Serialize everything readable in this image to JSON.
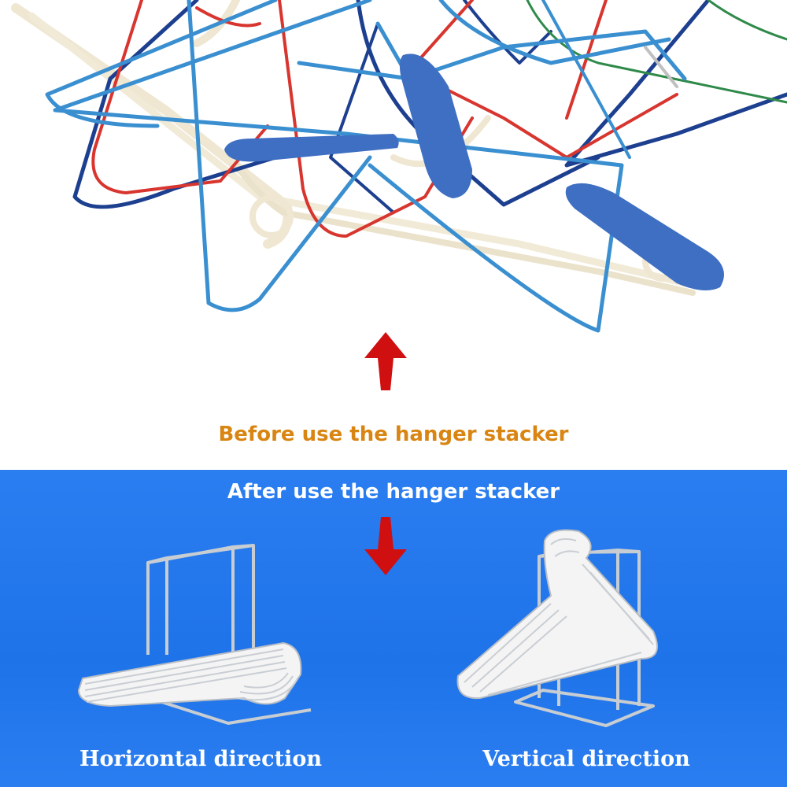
{
  "captions": {
    "before": "Before use the hanger stacker",
    "after": "After use the hanger stacker",
    "horizontal": "Horizontal direction",
    "vertical": "Vertical direction"
  },
  "icons": {
    "up_arrow": "arrow-up-icon",
    "down_arrow": "arrow-down-icon"
  },
  "colors": {
    "before_caption": "#d98512",
    "after_caption": "#ffffff",
    "bottom_background": "#1f73e9",
    "arrow": "#d01010",
    "hanger_blue": "#3a8fd0",
    "hanger_red": "#d8352f",
    "hanger_navy": "#1d3f8f",
    "hanger_cream": "#f1ead7",
    "hanger_white": "#f4f4f4",
    "metal": "#c8cdd2"
  }
}
